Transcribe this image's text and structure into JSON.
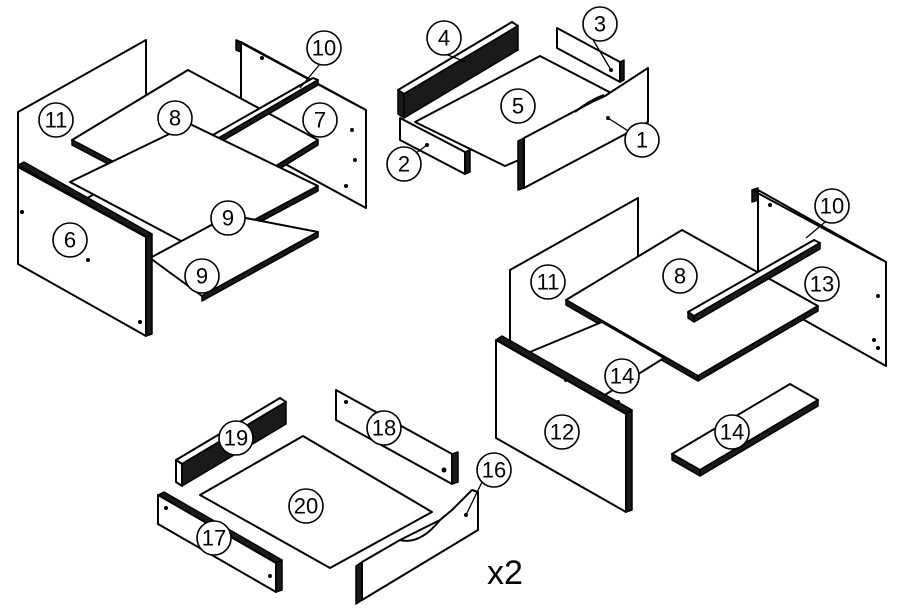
{
  "callouts": {
    "c1": "1",
    "c2": "2",
    "c3": "3",
    "c4": "4",
    "c5": "5",
    "c6": "6",
    "c7": "7",
    "c8a": "8",
    "c8b": "8",
    "c9a": "9",
    "c9b": "9",
    "c10a": "10",
    "c10b": "10",
    "c11a": "11",
    "c11b": "11",
    "c12": "12",
    "c13": "13",
    "c14a": "14",
    "c14b": "14",
    "c16": "16",
    "c17": "17",
    "c18": "18",
    "c19": "19",
    "c20": "20"
  },
  "multiplier": "x2"
}
